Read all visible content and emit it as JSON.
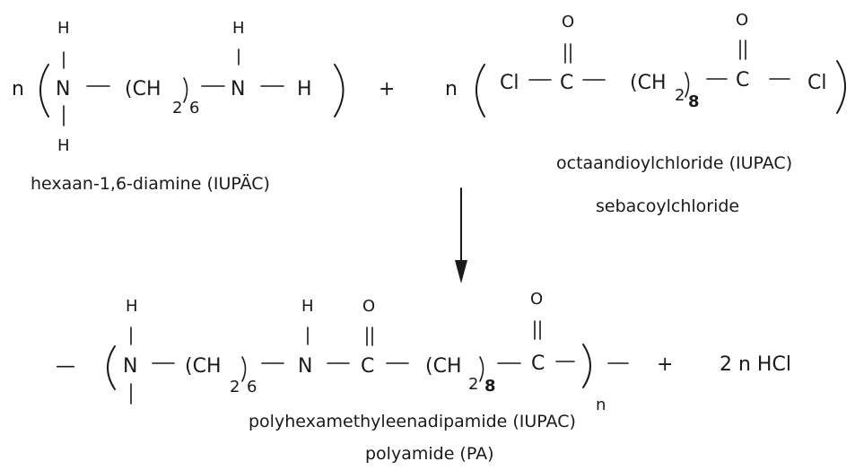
{
  "reactant1": {
    "coef": "n",
    "h_top_left": "H",
    "h_top_right": "H",
    "n_left": "N",
    "n_right": "N",
    "h_bottom_left": "H",
    "h_end": "H",
    "ch": "(CH",
    "sub2": "2",
    "sub6": "6",
    "name": "hexaan-1,6-diamine (IUPÄC)"
  },
  "plus1": "+",
  "reactant2": {
    "coef": "n",
    "cl_left": "Cl",
    "cl_right": "Cl",
    "o1": "O",
    "o2": "O",
    "c1": "C",
    "c2": "C",
    "ch": "(CH",
    "sub2": "2",
    "sub8": "8",
    "name": "octaandioylchloride (IUPAC)",
    "alt_name": "sebacoylchloride"
  },
  "product": {
    "dash_left": "—",
    "h1": "H",
    "n1": "N",
    "ch_a": "(CH",
    "sub2a": "2",
    "sub6": "6",
    "h2": "H",
    "n2": "N",
    "o1": "O",
    "c1": "C",
    "ch_b": "(CH",
    "sub2b": "2",
    "sub8": "8",
    "o2": "O",
    "c2": "C",
    "repeat": "n",
    "name": "polyhexamethyleenadipamide (IUPAC)",
    "alt_name": "polyamide (PA)"
  },
  "plus2": "+",
  "byproduct": "2 n HCl"
}
